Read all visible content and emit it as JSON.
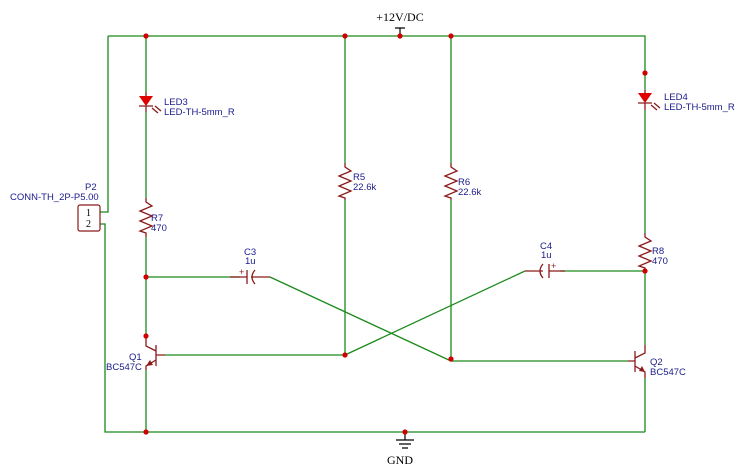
{
  "power": {
    "vcc": "+12V/DC",
    "gnd": "GND"
  },
  "parts": {
    "p2": {
      "ref": "P2",
      "value": "CONN-TH_2P-P5.00",
      "pin1": "1",
      "pin2": "2"
    },
    "led3": {
      "ref": "LED3",
      "value": "LED-TH-5mm_R"
    },
    "led4": {
      "ref": "LED4",
      "value": "LED-TH-5mm_R"
    },
    "r5": {
      "ref": "R5",
      "value": "22.6k"
    },
    "r6": {
      "ref": "R6",
      "value": "22.6k"
    },
    "r7": {
      "ref": "R7",
      "value": "470"
    },
    "r8": {
      "ref": "R8",
      "value": "470"
    },
    "c3": {
      "ref": "C3",
      "value": "1u",
      "plus": "+"
    },
    "c4": {
      "ref": "C4",
      "value": "1u",
      "plus": "+"
    },
    "q1": {
      "ref": "Q1",
      "value": "BC547C"
    },
    "q2": {
      "ref": "Q2",
      "value": "BC547C"
    }
  }
}
